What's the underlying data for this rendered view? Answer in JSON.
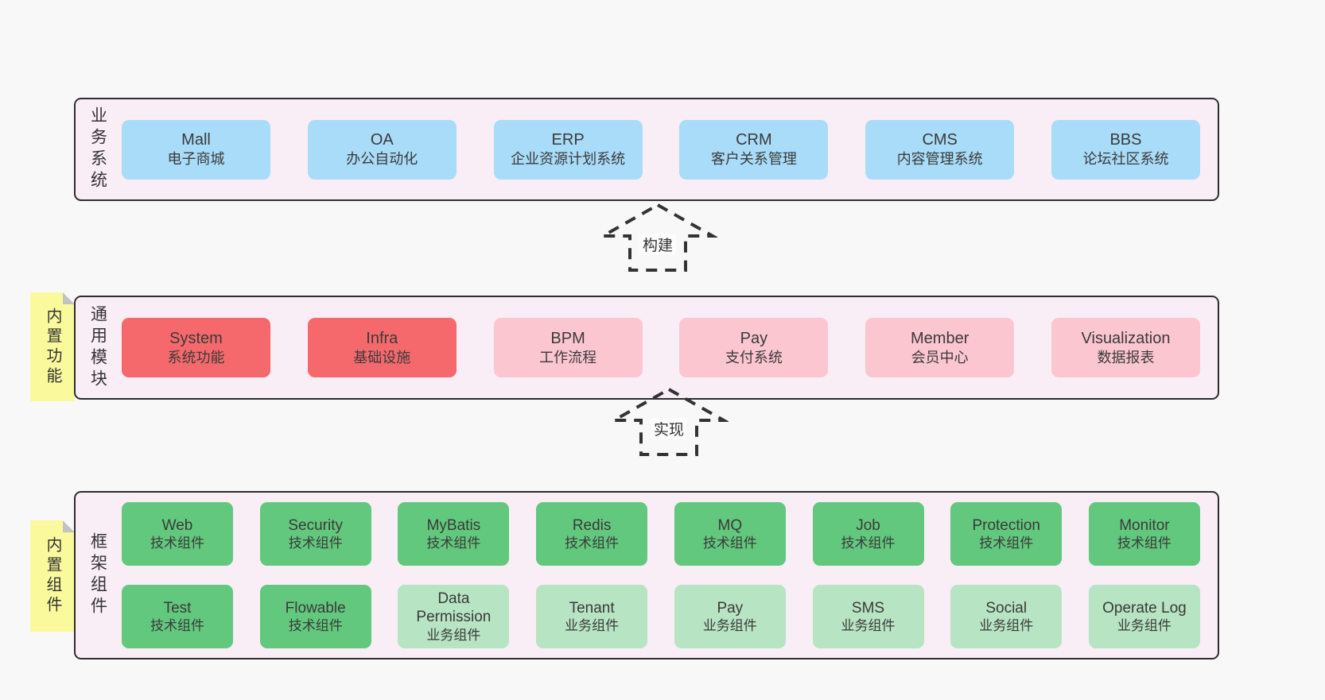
{
  "palette": {
    "page_bg": "#f8f8f8",
    "layer_bg": "#f9edf6",
    "layer_border": "#2e2e2e",
    "blue": "#a9dcf9",
    "red": "#f5696d",
    "pink": "#fcc6d1",
    "green": "#62c87d",
    "light_green": "#b7e4c2",
    "sticky": "#fafa9d",
    "text": "#3a3a3a"
  },
  "arrows": [
    {
      "label": "构建"
    },
    {
      "label": "实现"
    }
  ],
  "layers": [
    {
      "label": "业务系统",
      "boxes": [
        {
          "name": "Mall",
          "desc": "电子商城",
          "variant": "blue"
        },
        {
          "name": "OA",
          "desc": "办公自动化",
          "variant": "blue"
        },
        {
          "name": "ERP",
          "desc": "企业资源计划系统",
          "variant": "blue"
        },
        {
          "name": "CRM",
          "desc": "客户关系管理",
          "variant": "blue"
        },
        {
          "name": "CMS",
          "desc": "内容管理系统",
          "variant": "blue"
        },
        {
          "name": "BBS",
          "desc": "论坛社区系统",
          "variant": "blue"
        }
      ]
    },
    {
      "label": "通用模块",
      "sticky": "内置功能",
      "boxes": [
        {
          "name": "System",
          "desc": "系统功能",
          "variant": "red"
        },
        {
          "name": "Infra",
          "desc": "基础设施",
          "variant": "red"
        },
        {
          "name": "BPM",
          "desc": "工作流程",
          "variant": "pink"
        },
        {
          "name": "Pay",
          "desc": "支付系统",
          "variant": "pink"
        },
        {
          "name": "Member",
          "desc": "会员中心",
          "variant": "pink"
        },
        {
          "name": "Visualization",
          "desc": "数据报表",
          "variant": "pink"
        }
      ]
    },
    {
      "label": "框架组件",
      "sticky": "内置组件",
      "rows": [
        [
          {
            "name": "Web",
            "desc": "技术组件",
            "variant": "green"
          },
          {
            "name": "Security",
            "desc": "技术组件",
            "variant": "green"
          },
          {
            "name": "MyBatis",
            "desc": "技术组件",
            "variant": "green"
          },
          {
            "name": "Redis",
            "desc": "技术组件",
            "variant": "green"
          },
          {
            "name": "MQ",
            "desc": "技术组件",
            "variant": "green"
          },
          {
            "name": "Job",
            "desc": "技术组件",
            "variant": "green"
          },
          {
            "name": "Protection",
            "desc": "技术组件",
            "variant": "green"
          },
          {
            "name": "Monitor",
            "desc": "技术组件",
            "variant": "green"
          }
        ],
        [
          {
            "name": "Test",
            "desc": "技术组件",
            "variant": "green"
          },
          {
            "name": "Flowable",
            "desc": "技术组件",
            "variant": "green"
          },
          {
            "name": "Data Permission",
            "desc": "业务组件",
            "variant": "lightgreen"
          },
          {
            "name": "Tenant",
            "desc": "业务组件",
            "variant": "lightgreen"
          },
          {
            "name": "Pay",
            "desc": "业务组件",
            "variant": "lightgreen"
          },
          {
            "name": "SMS",
            "desc": "业务组件",
            "variant": "lightgreen"
          },
          {
            "name": "Social",
            "desc": "业务组件",
            "variant": "lightgreen"
          },
          {
            "name": "Operate Log",
            "desc": "业务组件",
            "variant": "lightgreen"
          }
        ]
      ]
    }
  ]
}
